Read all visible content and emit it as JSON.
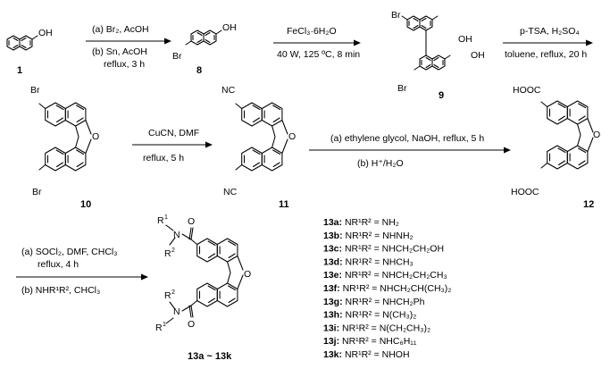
{
  "compounds": {
    "c1": "1",
    "c8": "8",
    "c9": "9",
    "c10": "10",
    "c11": "11",
    "c12": "12",
    "c13": "13a ~ 13k"
  },
  "atoms": {
    "oh": "OH",
    "o": "O",
    "br": "Br",
    "nc": "NC",
    "n": "N",
    "hooc": "HOOC",
    "r": "R",
    "one": "1",
    "two": "2"
  },
  "steps": {
    "s1a": "(a) Br₂, AcOH",
    "s1b": "(b) Sn, AcOH",
    "s1c": "reflux, 3 h",
    "s2a": "FeCl₃·6H₂O",
    "s2b": "40 W, 125 ºC, 8 min",
    "s3a": "p-TSA, H₂SO₄",
    "s3b": "toluene, reflux, 20 h",
    "s4a": "CuCN, DMF",
    "s4b": "reflux, 5 h",
    "s5a": "(a) ethylene glycol, NaOH, reflux, 5 h",
    "s5b": "(b) H⁺/H₂O",
    "s6a": "(a) SOCl₂, DMF, CHCl₃",
    "s6b": "reflux, 4 h",
    "s6c": "(b) NHR¹R², CHCl₃"
  },
  "substituents": [
    {
      "id": "13a",
      "rhs": "NH₂"
    },
    {
      "id": "13b",
      "rhs": "NHNH₂"
    },
    {
      "id": "13c",
      "rhs": "NHCH₂CH₂OH"
    },
    {
      "id": "13d",
      "rhs": "NHCH₃"
    },
    {
      "id": "13e",
      "rhs": "NHCH₂CH₂CH₃"
    },
    {
      "id": "13f",
      "rhs": "NHCH₂CH(CH₃)₂"
    },
    {
      "id": "13g",
      "rhs": "NHCH₂Ph"
    },
    {
      "id": "13h",
      "rhs": "N(CH₃)₂"
    },
    {
      "id": "13i",
      "rhs": "N(CH₂CH₃)₂"
    },
    {
      "id": "13j",
      "rhs": "NHC₆H₁₁"
    },
    {
      "id": "13k",
      "rhs": "NHOH"
    }
  ],
  "substituent_lhs": "NR¹R² = "
}
